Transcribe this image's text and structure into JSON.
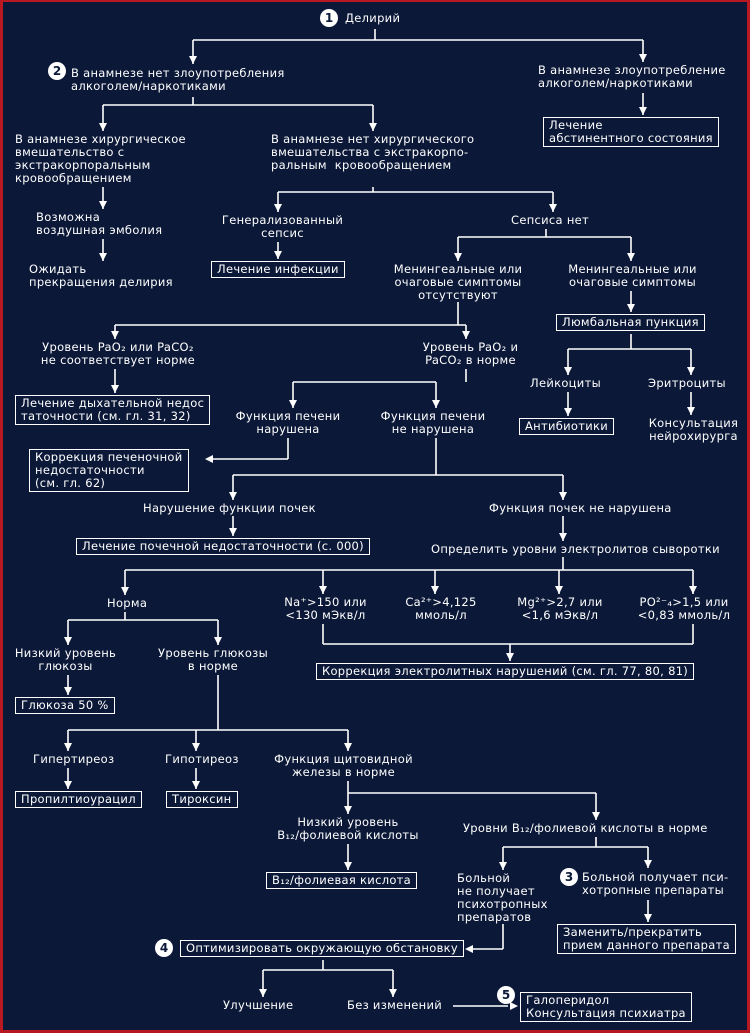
{
  "colors": {
    "background": "#0b1837",
    "frame": "#b81822",
    "lines": "#ffffff"
  },
  "markers": {
    "m1": "1",
    "m2": "2",
    "m3": "3",
    "m4": "4",
    "m5": "5"
  },
  "nodes": {
    "delirium": "Делирий",
    "no_abuse": [
      "В анамнезе нет злоупотребления",
      "алкоголем/наркотиками"
    ],
    "abuse": [
      "В анамнезе злоупотребление",
      "алкоголем/наркотиками"
    ],
    "withdrawal_tx": [
      "Лечение",
      "абстинентного состояния"
    ],
    "surgery_yes": [
      "В анамнезе хирургическое",
      "вмешательство с",
      "экстракорпоральным",
      "кровообращением"
    ],
    "surgery_no": [
      "В анамнезе нет хирургического",
      "вмешательства с экстракорпо-",
      "ральным  кровообращением"
    ],
    "air_embolism": [
      "Возможна",
      "воздушная эмболия"
    ],
    "wait": [
      "Ожидать",
      "прекращения делирия"
    ],
    "gen_sepsis": [
      "Генерализованный",
      "сепсис"
    ],
    "no_sepsis": "Сепсиса нет",
    "infection_tx": "Лечение инфекции",
    "mening_absent": [
      "Менингеальные или",
      "очаговые симптомы",
      "отсутствуют"
    ],
    "mening_present": [
      "Менингеальные или",
      "очаговые симптомы"
    ],
    "lumbar": "Люмбальная пункция",
    "leukocytes": "Лейкоциты",
    "erythrocytes": "Эритроциты",
    "antibiotics": "Антибиотики",
    "neurosurgeon": [
      "Консультация",
      "нейрохирурга"
    ],
    "pao2_abnormal": [
      "Уровень PaO₂ или PaCO₂",
      "не соответствует норме"
    ],
    "pao2_normal": [
      "Уровень PaO₂ и",
      "PaCO₂ в норме"
    ],
    "resp_tx": [
      "Лечение дыхательной недос",
      "таточности (см. гл. 31, 32)"
    ],
    "liver_impaired": [
      "Функция печени",
      "нарушена"
    ],
    "liver_ok": [
      "Функция печени",
      "не нарушена"
    ],
    "liver_tx": [
      "Коррекция печеночной",
      "недостаточности",
      "(см. гл. 62)"
    ],
    "kidney_impaired": "Нарушение функции почек",
    "kidney_ok": "Функция почек не нарушена",
    "kidney_tx": "Лечение почечной недостаточности (с. 000)",
    "electrolytes": "Определить уровни электролитов сыворотки",
    "norm": "Норма",
    "na": [
      "Na⁺>150 или",
      "<130 мЭкв/л"
    ],
    "ca": [
      "Ca²⁺>4,125",
      "ммоль/л"
    ],
    "mg": [
      "Mg²⁺>2,7 или",
      "<1,6 мЭкв/л"
    ],
    "po4": [
      "PO²⁻₄>1,5 или",
      "<0,83 ммоль/л"
    ],
    "electrolyte_tx": "Коррекция электролитных нарушений  (см. гл. 77, 80, 81)",
    "low_glucose": [
      "Низкий уровень",
      "глюкозы"
    ],
    "glucose_normal": [
      "Уровень глюкозы",
      "в норме"
    ],
    "glucose_tx": "Глюкоза 50 %",
    "hyperthyroid": "Гипертиреоз",
    "hypothyroid": "Гипотиреоз",
    "thyroid_normal": [
      "Функция щитовидной",
      "железы в норме"
    ],
    "ptu": "Пропилтиоурацил",
    "thyroxine": "Тироксин",
    "b12_low": [
      "Низкий уровень",
      "B₁₂/фолиевой кислоты"
    ],
    "b12_normal": "Уровни B₁₂/фолиевой кислоты в норме",
    "b12_tx": "B₁₂/фолиевая кислота",
    "no_psychotropics": [
      "Больной",
      "не получает",
      "психотропных",
      "препаратов"
    ],
    "psychotropics": [
      "Больной получает пси-",
      "хотропные препараты"
    ],
    "replace_drug": [
      "Заменить/прекратить",
      "прием данного препарата"
    ],
    "optimize": "Оптимизировать окружающую обстановку",
    "improvement": "Улучшение",
    "no_change": "Без изменений",
    "haloperidol": [
      "Галоперидол",
      "Консультация психиатра"
    ]
  }
}
